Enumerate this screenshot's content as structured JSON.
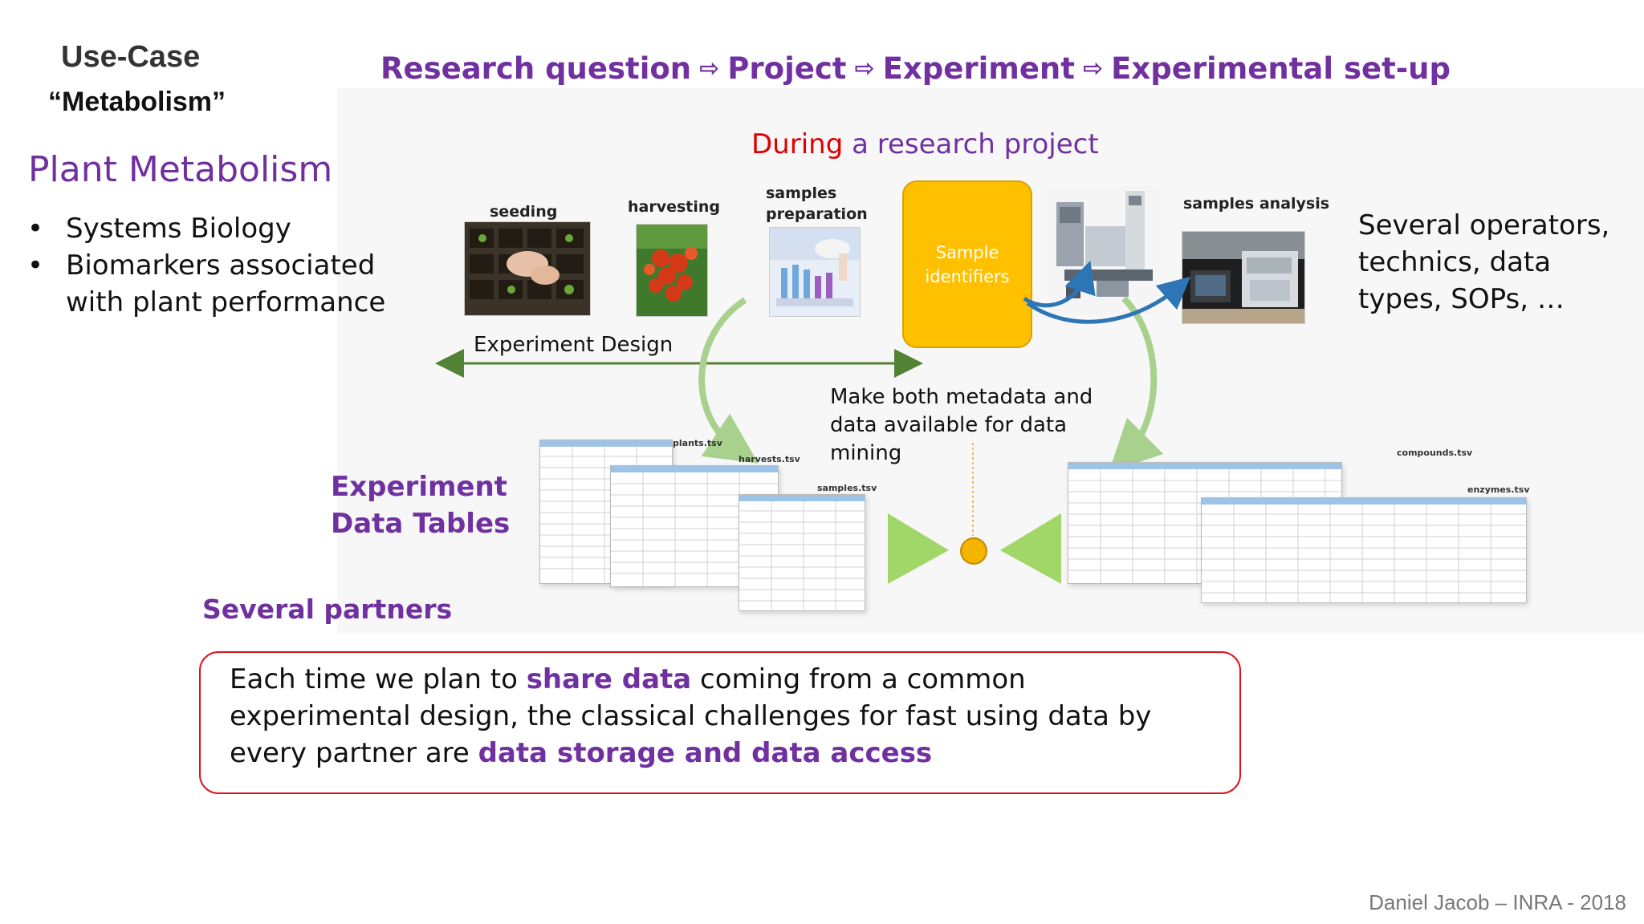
{
  "use_case": {
    "line1": "Use-Case",
    "line2": "“Metabolism”"
  },
  "headline": {
    "parts": [
      "Research question",
      "Project",
      "Experiment",
      "Experimental set-up"
    ],
    "arrow": "⇨"
  },
  "plant_metabolism": {
    "title": "Plant Metabolism",
    "bullet": "•",
    "bullets": [
      "Systems Biology",
      "Biomarkers associated with plant performance"
    ]
  },
  "during": {
    "red": "During",
    "rest": " a research project"
  },
  "steps": {
    "seeding": "seeding",
    "harvesting": "harvesting",
    "samples_preparation": "samples preparation",
    "samples_analysis": "samples analysis"
  },
  "sample_identifiers": "Sample identifiers",
  "several_operators": "Several operators, technics, data types, SOPs, …",
  "experiment_design": "Experiment Design",
  "make_both": "Make both metadata and data available for data mining",
  "experiment_data_tables": {
    "line1": "Experiment",
    "line2": "Data Tables"
  },
  "table_names": {
    "plants": "plants.tsv",
    "harvests": "harvests.tsv",
    "samples": "samples.tsv",
    "compounds": "compounds.tsv",
    "enzymes": "enzymes.tsv"
  },
  "several_partners": "Several partners",
  "callout": {
    "t1": "Each time we plan to ",
    "b1": "share data",
    "t2": " coming from a common experimental design, the classical challenges for fast using data by every partner are ",
    "b2": "data storage and data access"
  },
  "footer": "Daniel Jacob – INRA - 2018",
  "colors": {
    "purple": "#7030a0",
    "red": "#e00000",
    "yellow": "#ffc000",
    "green": "#92d050",
    "dark_green": "#548235",
    "blue": "#2e75b6"
  }
}
